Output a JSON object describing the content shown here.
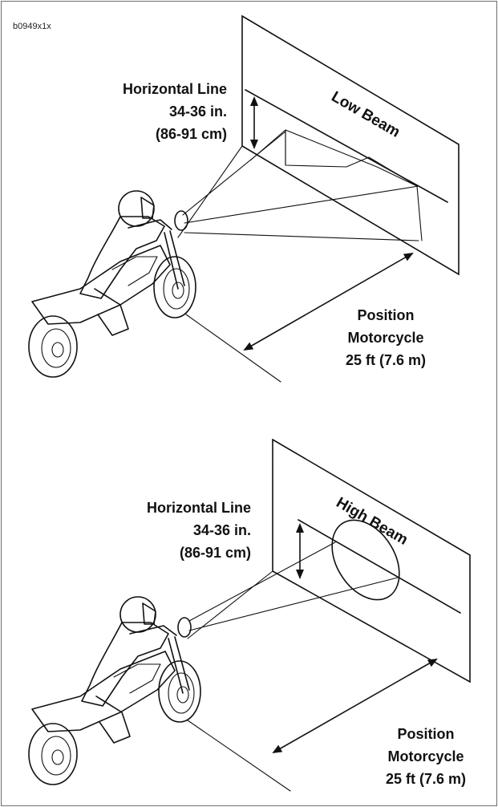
{
  "figure_id": "b0949x1x",
  "panels": [
    {
      "beam_label": "Low Beam",
      "horizontal_line": [
        "Horizontal Line",
        "34-36 in.",
        "(86-91 cm)"
      ],
      "position": [
        "Position",
        "Motorcycle",
        "25 ft (7.6 m)"
      ]
    },
    {
      "beam_label": "High Beam",
      "horizontal_line": [
        "Horizontal Line",
        "34-36 in.",
        "(86-91 cm)"
      ],
      "position": [
        "Position",
        "Motorcycle",
        "25 ft (7.6 m)"
      ]
    }
  ]
}
